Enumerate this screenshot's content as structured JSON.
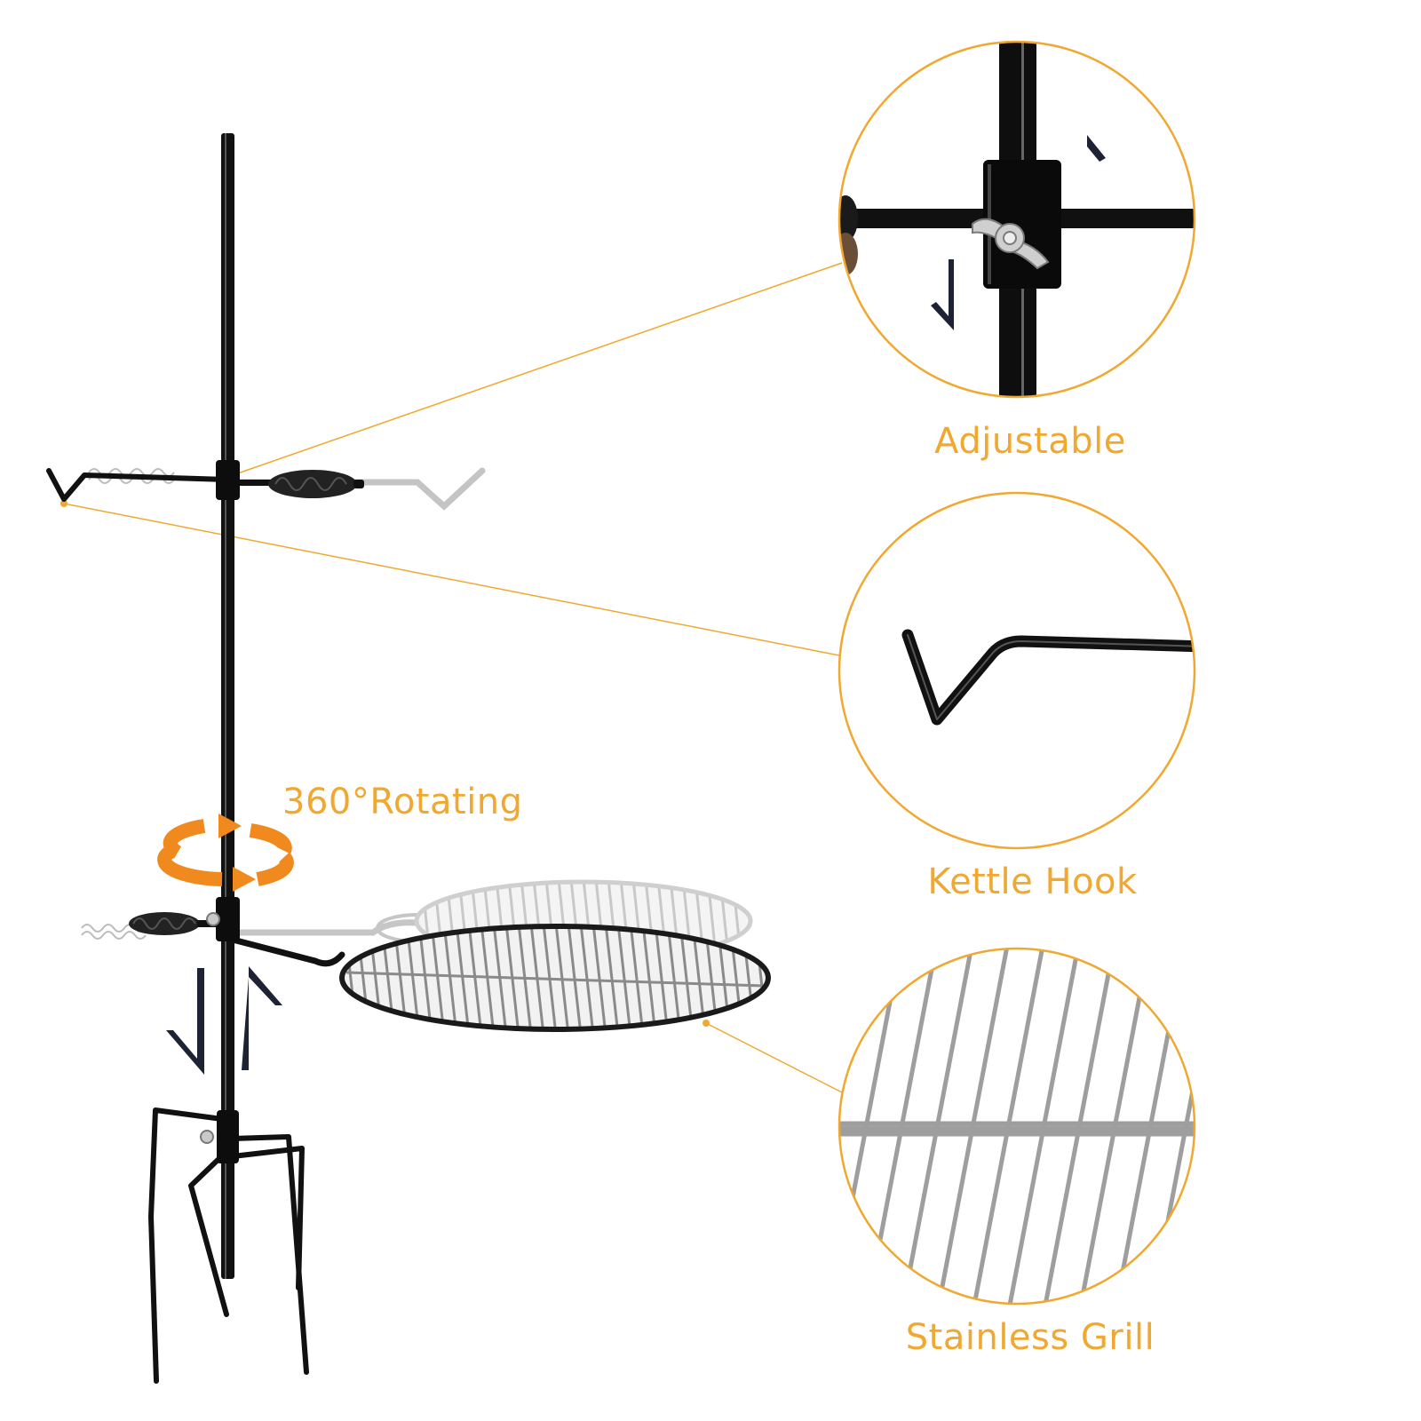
{
  "callouts": {
    "adjustable": "Adjustable",
    "kettle_hook": "Kettle Hook",
    "stainless_grill": "Stainless Grill"
  },
  "rotation_label": "360°Rotating",
  "colors": {
    "accent": "#f0a830",
    "rotate_arrow": "#f08a1e",
    "steel": "#111111",
    "chrome": "#a8a8a8",
    "arrow_navy": "#1e2235"
  },
  "icons": {
    "rotate": "rotate-360-icon",
    "height_adjust": "up-down-arrows-icon"
  }
}
